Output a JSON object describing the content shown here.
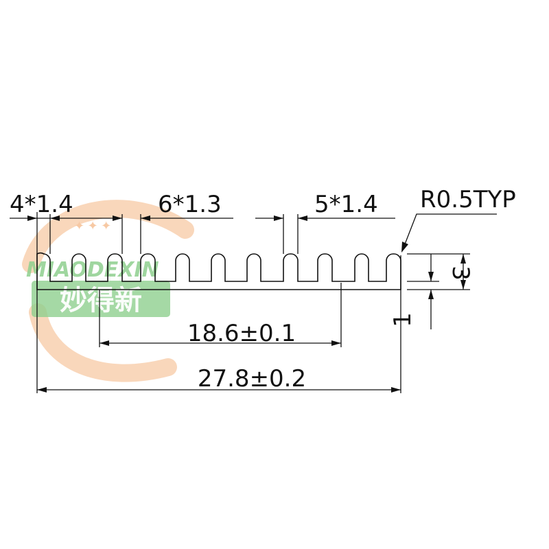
{
  "watermark": {
    "brand_latin": "MIAODEXIN",
    "brand_cn": "妙得新",
    "colors": {
      "ring": "#f7c9a4",
      "green": "#8fd08f",
      "green_text": "#ffffff"
    }
  },
  "drawing": {
    "line_color": "#111111",
    "dimensions": {
      "fins_left": "4*1.4",
      "fins_middle": "6*1.3",
      "fins_right": "5*1.4",
      "radius": "R0.5TYP",
      "fin_height": "3",
      "base_thickness": "1",
      "inner_width": "18.6±0.1",
      "overall_width": "27.8±0.2"
    }
  }
}
